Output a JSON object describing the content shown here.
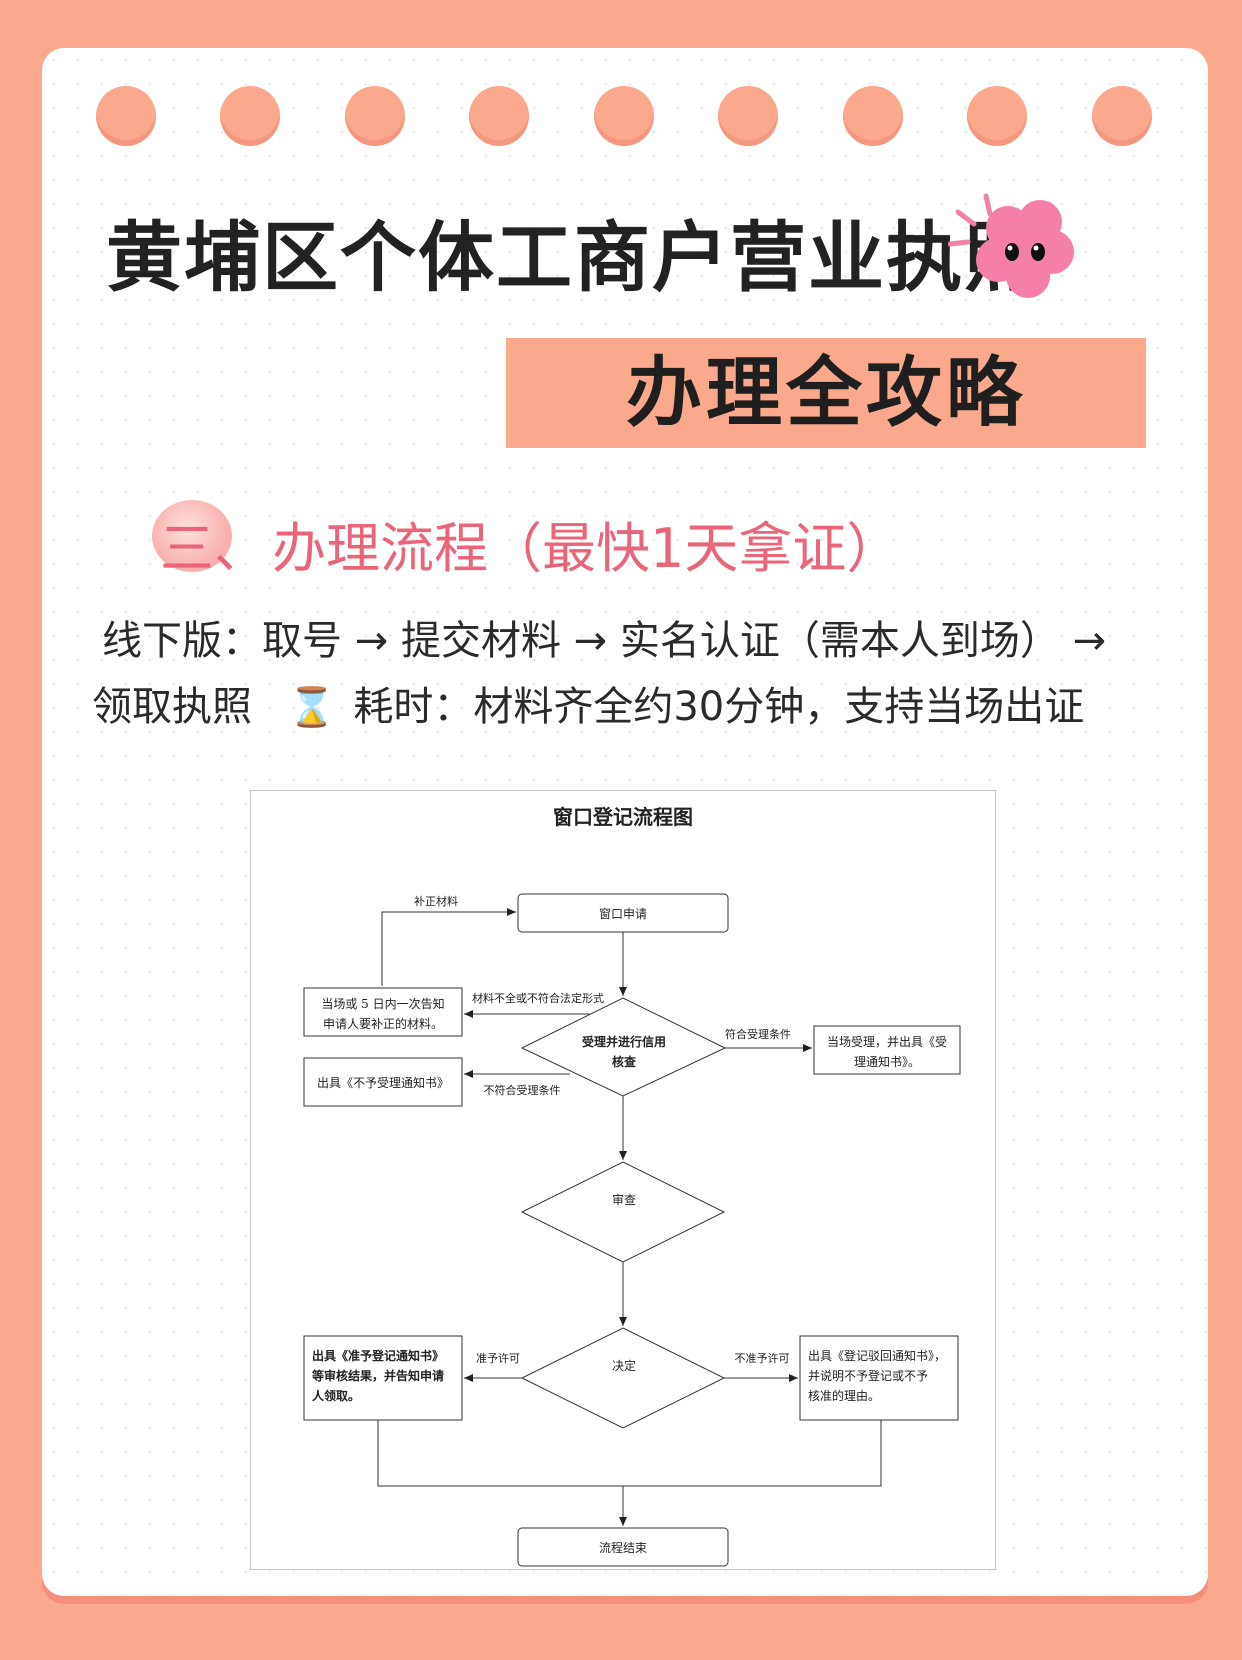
{
  "title": "黄埔区个体工商户营业执照",
  "subtitle": "办理全攻略",
  "section": {
    "number": "三、",
    "title": "办理流程（最快1天拿证）"
  },
  "offline": {
    "line1": "线下版：取号 → 提交材料 → 实名认证（需本人到场） →",
    "line2_prefix": "领取执照",
    "hourglass_icon": "hourglass-icon",
    "line2_suffix": "耗时：材料齐全约30分钟，支持当场出证"
  },
  "flowchart": {
    "title": "窗口登记流程图",
    "nodes": {
      "window_apply": "窗口申请",
      "supplement_l1": "当场或 5 日内一次告知",
      "supplement_l2": "申请人要补正的材料。",
      "reject_accept": "出具《不予受理通知书》",
      "credit_check_l1": "受理并进行信用",
      "credit_check_l2": "核查",
      "accept_notice_l1": "当场受理，并出具《受",
      "accept_notice_l2": "理通知书》。",
      "review": "审查",
      "decide": "决定",
      "approve_l1": "出具《准予登记通知书》",
      "approve_l2": "等审核结果，并告知申请",
      "approve_l3": "人领取。",
      "deny_l1": "出具《登记驳回通知书》，",
      "deny_l2": "并说明不予登记或不予",
      "deny_l3": "核准的理由。",
      "end": "流程结束"
    },
    "edges": {
      "supplement": "补正材料",
      "incomplete": "材料不全或不符合法定形式",
      "meets": "符合受理条件",
      "not_meets": "不符合受理条件",
      "approve": "准予许可",
      "deny": "不准予许可"
    }
  },
  "colors": {
    "background": "#fba98d",
    "accent_pink": "#e8657a",
    "flower": "#f47fa8"
  }
}
